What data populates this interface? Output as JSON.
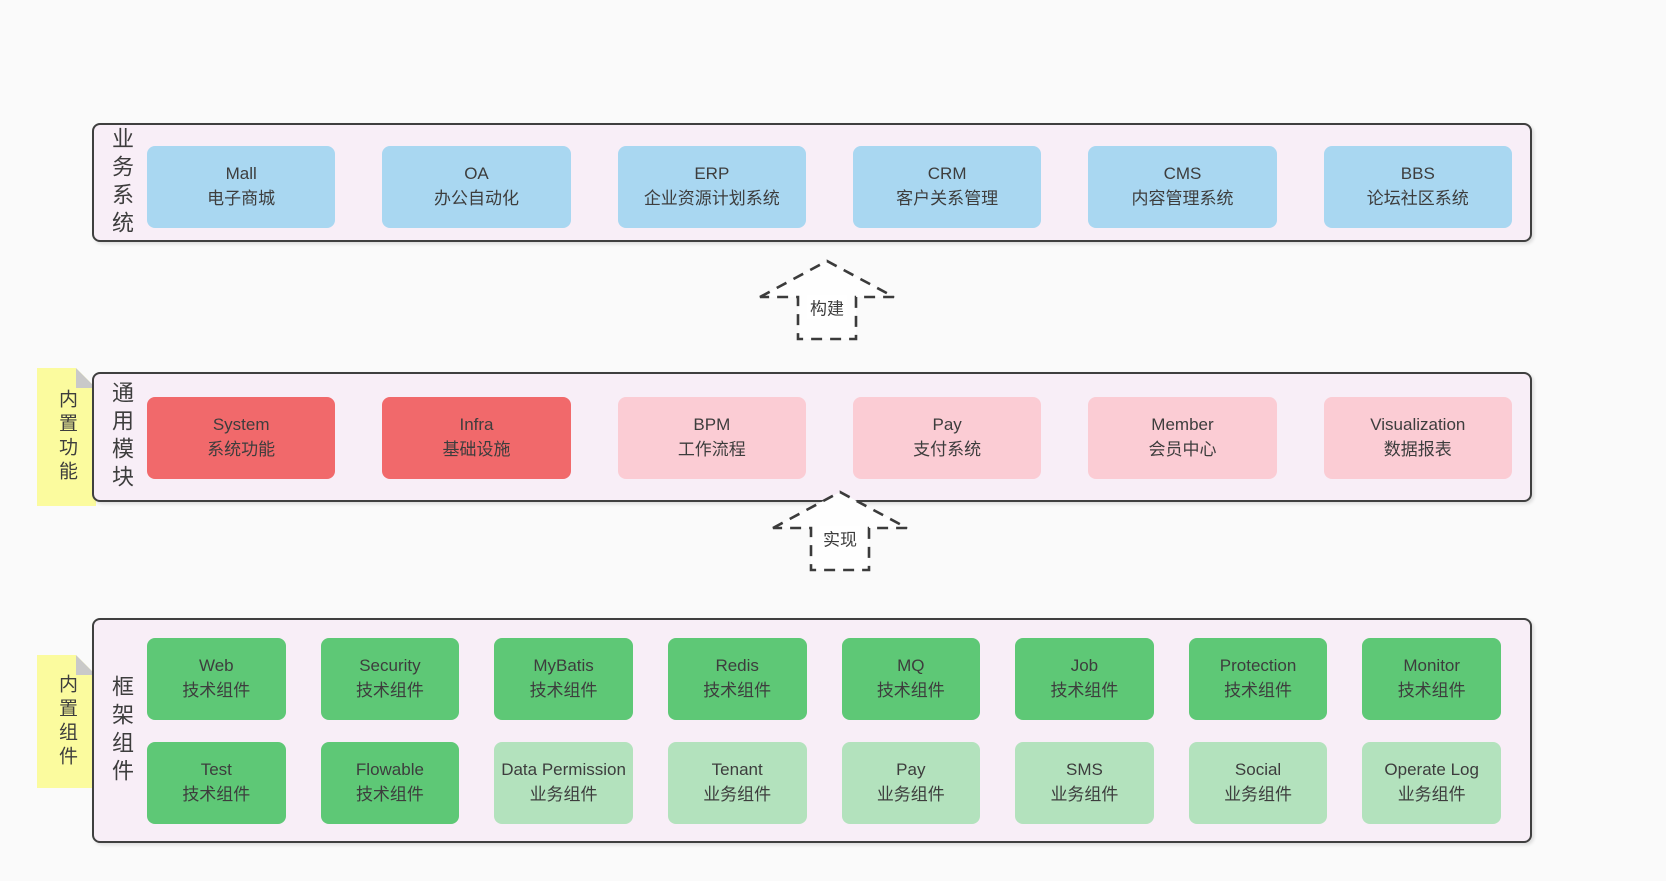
{
  "colors": {
    "background": "#fafafa",
    "panel_fill": "#f8eef7",
    "panel_border": "#3f3f3f",
    "blue_box": "#a9d7f1",
    "red_box": "#f1696b",
    "pink_box": "#fbccd4",
    "green_box": "#5ec876",
    "light_green_box": "#b3e2bd",
    "note_fill": "#fbfb9e",
    "note_fold": "#c9c9c9",
    "text": "#3d3d3d"
  },
  "arrows": [
    {
      "label": "构建"
    },
    {
      "label": "实现"
    }
  ],
  "sections": [
    {
      "label": "业务系统",
      "items": [
        {
          "name": "Mall",
          "desc": "电子商城"
        },
        {
          "name": "OA",
          "desc": "办公自动化"
        },
        {
          "name": "ERP",
          "desc": "企业资源计划系统"
        },
        {
          "name": "CRM",
          "desc": "客户关系管理"
        },
        {
          "name": "CMS",
          "desc": "内容管理系统"
        },
        {
          "name": "BBS",
          "desc": "论坛社区系统"
        }
      ]
    },
    {
      "label": "通用模块",
      "note": "内置功能",
      "items": [
        {
          "name": "System",
          "desc": "系统功能"
        },
        {
          "name": "Infra",
          "desc": "基础设施"
        },
        {
          "name": "BPM",
          "desc": "工作流程"
        },
        {
          "name": "Pay",
          "desc": "支付系统"
        },
        {
          "name": "Member",
          "desc": "会员中心"
        },
        {
          "name": "Visualization",
          "desc": "数据报表"
        }
      ]
    },
    {
      "label": "框架组件",
      "note": "内置组件",
      "rows": [
        [
          {
            "name": "Web",
            "desc": "技术组件"
          },
          {
            "name": "Security",
            "desc": "技术组件"
          },
          {
            "name": "MyBatis",
            "desc": "技术组件"
          },
          {
            "name": "Redis",
            "desc": "技术组件"
          },
          {
            "name": "MQ",
            "desc": "技术组件"
          },
          {
            "name": "Job",
            "desc": "技术组件"
          },
          {
            "name": "Protection",
            "desc": "技术组件"
          },
          {
            "name": "Monitor",
            "desc": "技术组件"
          }
        ],
        [
          {
            "name": "Test",
            "desc": "技术组件"
          },
          {
            "name": "Flowable",
            "desc": "技术组件"
          },
          {
            "name": "Data Permission",
            "desc": "业务组件"
          },
          {
            "name": "Tenant",
            "desc": "业务组件"
          },
          {
            "name": "Pay",
            "desc": "业务组件"
          },
          {
            "name": "SMS",
            "desc": "业务组件"
          },
          {
            "name": "Social",
            "desc": "业务组件"
          },
          {
            "name": "Operate Log",
            "desc": "业务组件"
          }
        ]
      ]
    }
  ]
}
